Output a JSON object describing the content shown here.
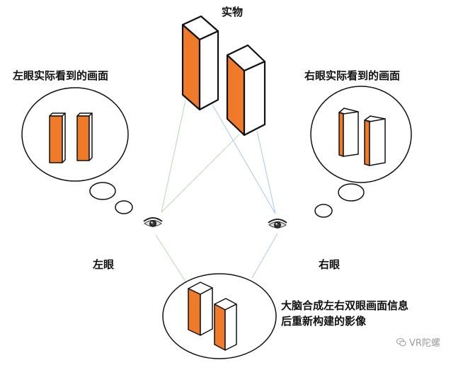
{
  "labels": {
    "object": "实物",
    "left_eye_view": "左眼实际看到的画面",
    "right_eye_view": "右眼实际看到的画面",
    "left_eye": "左眼",
    "right_eye": "右眼",
    "brain_line1": "大脑合成左右双眼画面信息",
    "brain_line2": "后重新构建的影像"
  },
  "watermark": {
    "text": "VR陀螺",
    "icon": "wechat-icon"
  },
  "colors": {
    "block_front": "#ee7a2a",
    "outline": "#111111",
    "green_ray": "#b9d9b0",
    "blue_ray": "#a9c8e6"
  },
  "icons": {
    "left_eye": "eye-icon",
    "right_eye": "eye-icon"
  }
}
